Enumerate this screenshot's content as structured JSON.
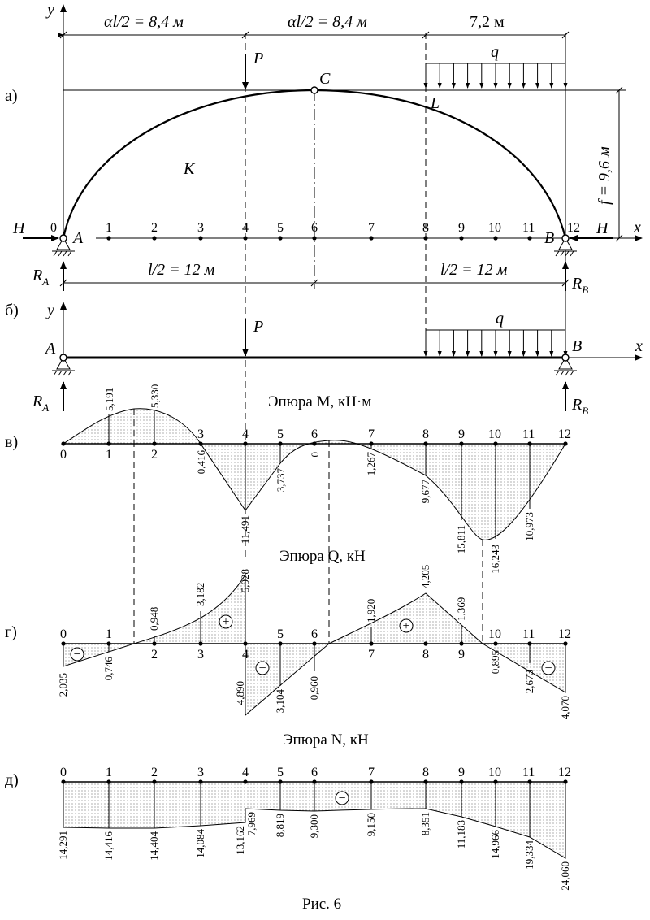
{
  "panel_labels": [
    "а)",
    "б)",
    "в)",
    "г)",
    "д)"
  ],
  "figure_caption": "Рис. 6",
  "arch": {
    "dim_left": "αl/2 = 8,4 м",
    "dim_mid": "αl/2 = 8,4 м",
    "dim_right": "7,2 м",
    "half_span_left": "l/2 = 12 м",
    "half_span_right": "l/2 = 12 м",
    "rise": "f = 9,6 м",
    "labels": {
      "P": "P",
      "q": "q",
      "C": "C",
      "L": "L",
      "K": "K",
      "A": "A",
      "B": "B",
      "H": "H",
      "RA": "RA",
      "RB": "RB",
      "x": "x",
      "y": "y"
    },
    "points": [
      "0",
      "1",
      "2",
      "3",
      "4",
      "5",
      "6",
      "7",
      "8",
      "9",
      "10",
      "11",
      "12"
    ]
  },
  "beam": {
    "labels": {
      "A": "A",
      "B": "B",
      "P": "P",
      "q": "q",
      "RA": "RA",
      "RB": "RB",
      "x": "x",
      "y": "y"
    }
  },
  "chart_data": [
    {
      "type": "area",
      "title": "Эпюра M, кН·м",
      "points": [
        "0",
        "1",
        "2",
        "3",
        "4",
        "5",
        "6",
        "7",
        "8",
        "9",
        "10",
        "11",
        "12"
      ],
      "values": [
        0,
        5.191,
        5.33,
        -0.416,
        -11.491,
        -3.737,
        0,
        -1.267,
        -9.677,
        -15.811,
        -16.243,
        -10.973,
        0
      ],
      "value_labels": [
        "",
        "5,191",
        "5,330",
        "0,416",
        "11,491",
        "3,737",
        "0",
        "1,267",
        "9,677",
        "15,811",
        "16,243",
        "10,973",
        ""
      ]
    },
    {
      "type": "area",
      "title": "Эпюра Q, кН",
      "points": [
        "0",
        "1",
        "2",
        "3",
        "4",
        "5",
        "6",
        "7",
        "8",
        "9",
        "10",
        "11",
        "12"
      ],
      "value_labels": [
        "2,035",
        "0,746",
        "0,948",
        "3,182",
        "5,928",
        "4,890",
        "3,104",
        "0,960",
        "1,920",
        "4,205",
        "1,369",
        "0,895",
        "2,673",
        "4,070"
      ],
      "signs": [
        "−",
        "+",
        "−",
        "+",
        "−"
      ]
    },
    {
      "type": "area",
      "title": "Эпюра N, кН",
      "points": [
        "0",
        "1",
        "2",
        "3",
        "4",
        "5",
        "6",
        "7",
        "8",
        "9",
        "10",
        "11",
        "12"
      ],
      "values": [
        -14.291,
        -14.416,
        -14.404,
        -14.084,
        -13.162,
        -7.969,
        -8.819,
        -9.3,
        -9.15,
        -8.351,
        -11.183,
        -14.966,
        -19.334,
        -24.06
      ],
      "value_labels": [
        "14,291",
        "14,416",
        "14,404",
        "14,084",
        "13,162",
        "7,969",
        "8,819",
        "9,300",
        "9,150",
        "8,351",
        "11,183",
        "14,966",
        "19,334",
        "24,060"
      ],
      "signs": [
        "−"
      ]
    }
  ]
}
